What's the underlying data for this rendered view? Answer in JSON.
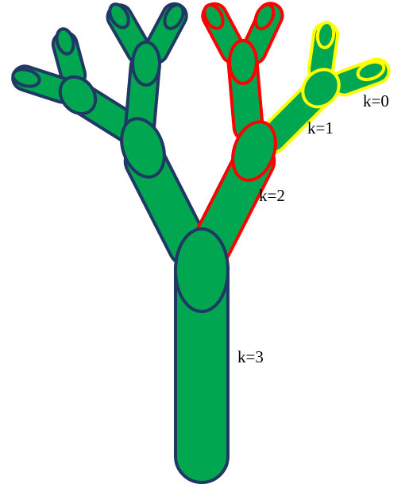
{
  "labels": {
    "k0": "k=0",
    "k1": "k=1",
    "k2": "k=2",
    "k3": "k=3"
  },
  "colors": {
    "fill": "#00A650",
    "outline_default": "#1F3864",
    "outline_k2": "#FF0000",
    "outline_k1": "#FFFF00"
  }
}
